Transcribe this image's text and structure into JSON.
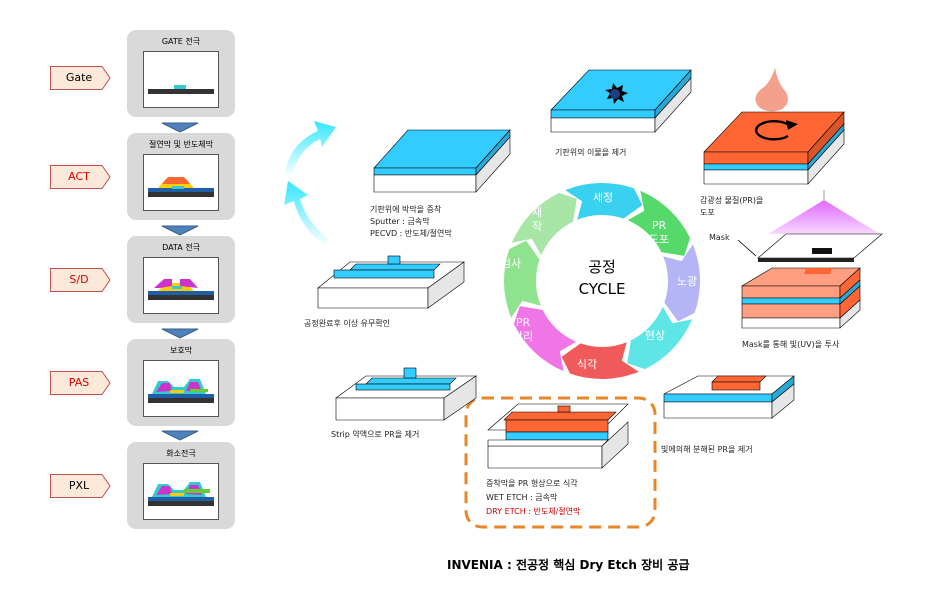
{
  "steps": [
    {
      "tag": "Gate",
      "title": "GATE 전극"
    },
    {
      "tag": "ACT",
      "title": "절연막 및 반도체막"
    },
    {
      "tag": "S/D",
      "title": "DATA 전극"
    },
    {
      "tag": "PAS",
      "title": "보호막"
    },
    {
      "tag": "PXL",
      "title": "화소전극"
    }
  ],
  "cycle": {
    "center_line1": "공정",
    "center_line2": "CYCLE",
    "segments": [
      "세정",
      "PR\n도포",
      "노광",
      "현상",
      "식각",
      "PR\n박리",
      "검사",
      "재\n작"
    ]
  },
  "labels": {
    "deposit": [
      "기판위에 박막을 증착",
      "Sputter : 금속막",
      "PECVD : 반도체/절연막"
    ],
    "clean": "기판위의 이물을 제거",
    "coat": [
      "감광성 물질(PR)을",
      "도포"
    ],
    "mask": "Mask",
    "expose": "Mask를 통해 빛(UV)을 투사",
    "develop": "빛에의해 분해된 PR을 제거",
    "etch": [
      "증착막을 PR 형상으로 식각",
      "WET ETCH : 금속막",
      "DRY ETCH : 반도체/절연막"
    ],
    "strip": "Strip 약액으로 PR을 제거",
    "inspect": "공정완료후 이상 유무확인"
  },
  "footer": "INVENIA : 전공정 핵심 Dry Etch 장비 공급",
  "colors": {
    "cyan": "#33ccff",
    "orange": "#ff6633",
    "pr_light": "#ff9e80",
    "dry_etch": "#cc0000",
    "dash": "#e8872a",
    "panel": "#d9d9d9"
  }
}
